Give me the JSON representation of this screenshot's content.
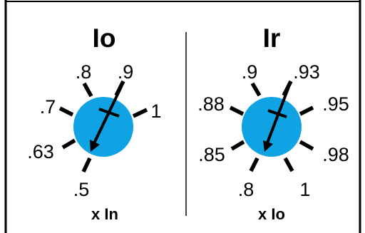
{
  "colors": {
    "knob": "#0fa3e3",
    "ink": "#000000",
    "frame": "#000000",
    "divider": "#444444",
    "background": "#ffffff"
  },
  "dials": [
    {
      "id": "io",
      "title": "Io",
      "multiplier": "x In",
      "knob": "knob-icon",
      "ticks": [
        ".5",
        ".63",
        ".7",
        ".8",
        ".9",
        "1"
      ],
      "pointer_value": ".5"
    },
    {
      "id": "ir",
      "title": "Ir",
      "multiplier": "x Io",
      "knob": "knob-icon",
      "ticks": [
        ".8",
        ".85",
        ".88",
        ".9",
        ".93",
        ".95",
        ".98",
        "1"
      ],
      "pointer_value": ".8"
    }
  ]
}
